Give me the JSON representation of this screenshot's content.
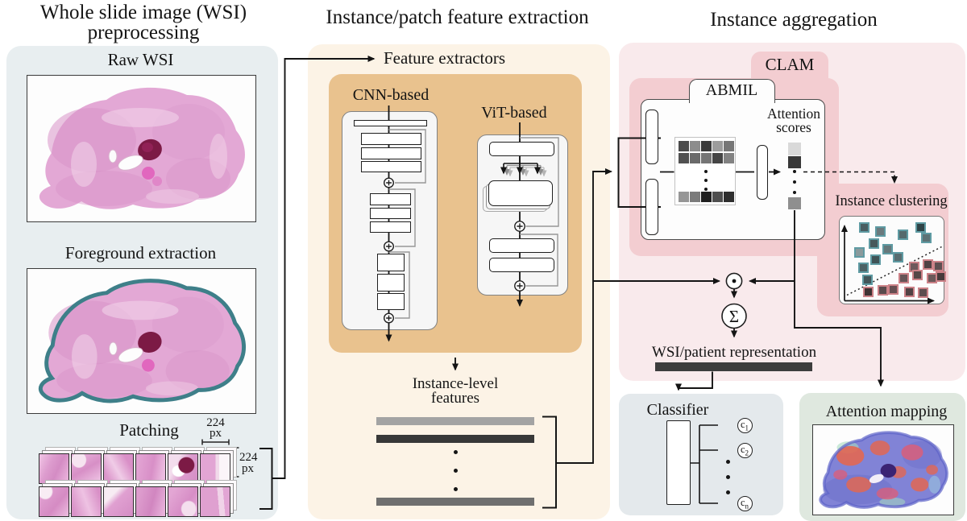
{
  "titles": {
    "left": {
      "line1": "Whole slide image (WSI)",
      "line2": "preprocessing"
    },
    "middle": "Instance/patch feature extraction",
    "right": "Instance aggregation"
  },
  "left_panel": {
    "raw_wsi_label": "Raw WSI",
    "foreground_label": "Foreground extraction",
    "patching_label": "Patching",
    "ruler_top": {
      "value": "224",
      "unit": "px"
    },
    "ruler_right": {
      "value": "224",
      "unit": "px"
    }
  },
  "middle_panel": {
    "feature_extractors_label": "Feature extractors",
    "cnn_label": "CNN-based",
    "vit_label": "ViT-based",
    "instance_features": {
      "line1": "Instance-level",
      "line2": "features"
    }
  },
  "right_panel": {
    "clam_label": "CLAM",
    "abmil_label": "ABMIL",
    "attention_scores": {
      "line1": "Attention",
      "line2": "scores"
    },
    "instance_clustering_label": "Instance clustering",
    "sum_symbol": "Σ",
    "wsi_representation_label": "WSI/patient representation",
    "classifier": {
      "label": "Classifier",
      "classes": [
        {
          "base": "c",
          "sub": "1"
        },
        {
          "base": "c",
          "sub": "2"
        },
        {
          "base": "c",
          "sub": "n"
        }
      ]
    },
    "attention_mapping_label": "Attention mapping"
  },
  "colors": {
    "left_panel_bg": "#e8eef0",
    "middle_panel_bg": "#fcf3e6",
    "extractor_box_bg": "#e9c28e",
    "right_panel_bg": "#f9eaec",
    "clam_bg": "#f3cdd1",
    "classifier_panel_bg": "#e4e9ec",
    "attention_map_panel_bg": "#dfe8df",
    "foreground_outline": "#3e7f89",
    "cluster_teal_border": "#5f9ba3",
    "cluster_red_border": "#cc8288",
    "representation_bar": "#3d3d3d"
  }
}
